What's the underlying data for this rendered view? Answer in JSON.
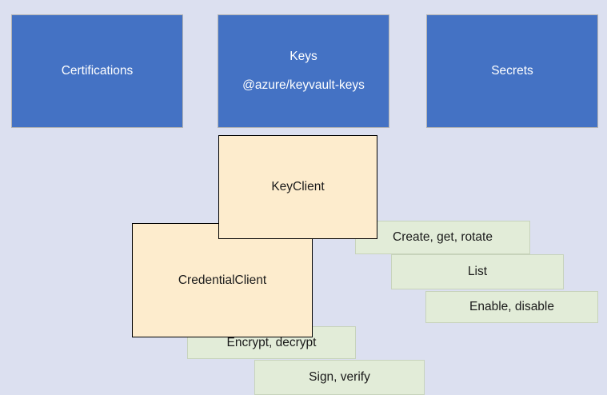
{
  "diagram": {
    "background_color": "#dce0f0",
    "packages": [
      {
        "name": "certifications",
        "title": "Certifications",
        "subtitle": "",
        "color": "#4472c4",
        "text_color": "#ffffff"
      },
      {
        "name": "keys",
        "title": "Keys",
        "subtitle": "@azure/keyvault-keys",
        "color": "#4472c4",
        "text_color": "#ffffff"
      },
      {
        "name": "secrets",
        "title": "Secrets",
        "subtitle": "",
        "color": "#4472c4",
        "text_color": "#ffffff"
      }
    ],
    "clients": [
      {
        "name": "key-client",
        "label": "KeyClient",
        "color": "#fdeccd"
      },
      {
        "name": "credential-client",
        "label": "CredentialClient",
        "color": "#fdeccd"
      }
    ],
    "operations": [
      {
        "name": "create-get-rotate",
        "label": "Create, get, rotate",
        "color": "#e2ecd8"
      },
      {
        "name": "list",
        "label": "List",
        "color": "#e2ecd8"
      },
      {
        "name": "enable-disable",
        "label": "Enable, disable",
        "color": "#e2ecd8"
      },
      {
        "name": "encrypt-decrypt",
        "label": "Encrypt, decrypt",
        "color": "#e2ecd8"
      },
      {
        "name": "sign-verify",
        "label": "Sign, verify",
        "color": "#e2ecd8"
      }
    ]
  }
}
